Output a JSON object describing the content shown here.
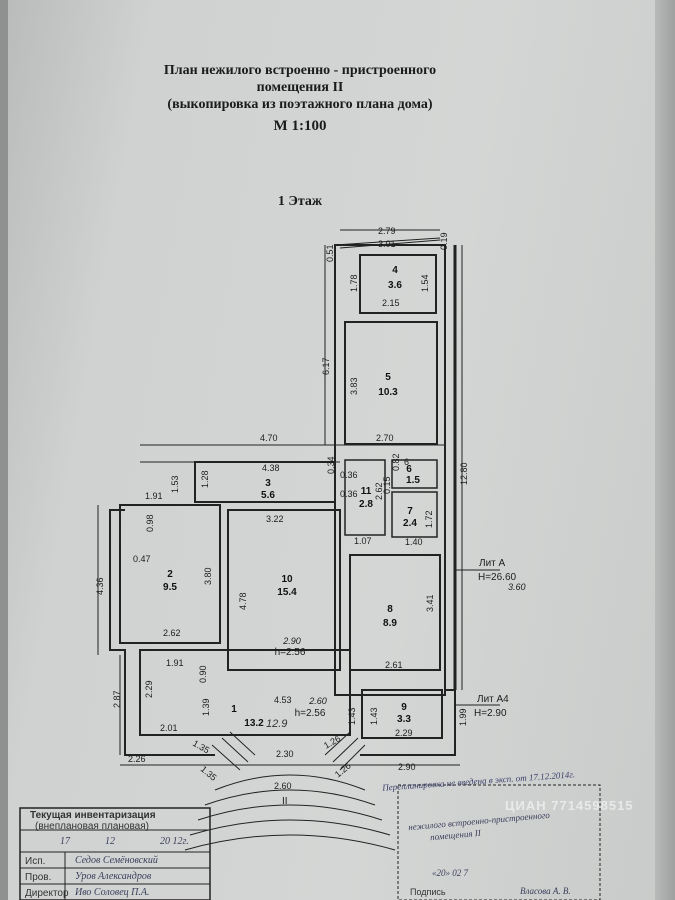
{
  "header": {
    "title_line1": "План нежилого встроенно - пристроенного",
    "title_line2": "помещения II",
    "title_line3": "(выкопировка из поэтажного плана дома)",
    "scale": "М 1:100",
    "floor": "1 Этаж"
  },
  "rooms": [
    {
      "num": "4",
      "area": "3.6"
    },
    {
      "num": "5",
      "area": "10.3"
    },
    {
      "num": "3",
      "area": "5.6"
    },
    {
      "num": "11",
      "area": "2.8"
    },
    {
      "num": "6",
      "area": "1.5"
    },
    {
      "num": "7",
      "area": "2.4"
    },
    {
      "num": "2",
      "area": "9.5"
    },
    {
      "num": "10",
      "area": "15.4"
    },
    {
      "num": "8",
      "area": "8.9"
    },
    {
      "num": "1",
      "area": "13.2"
    },
    {
      "num": "9",
      "area": "3.3"
    }
  ],
  "room1_hand_area": "12.9",
  "heights": {
    "room10_h": "h=2.56",
    "room10_hand": "2.90",
    "room1_h": "h=2.56",
    "room1_hand": "2.60"
  },
  "dims": {
    "d279": "2.79",
    "d301": "3.01",
    "d051": "0.51",
    "d019": "0.19",
    "d178": "1.78",
    "d154": "1.54",
    "d215": "2.15",
    "d617": "6.17",
    "d383": "3.83",
    "d1280": "12.80",
    "d470": "4.70",
    "d270": "2.70",
    "d438": "4.38",
    "d128": "1.28",
    "d153": "1.53",
    "d191a": "1.91",
    "d034": "0.34",
    "d036a": "0.36",
    "d082": "0.82",
    "d6": "6",
    "d015": "0.15",
    "d036b": "0.36",
    "d262": "2.62",
    "d172": "1.72",
    "d322": "3.22",
    "d098": "0.98",
    "d047": "0.47",
    "d436": "4.36",
    "d380": "3.80",
    "d107": "1.07",
    "d140": "1.40",
    "d478": "4.78",
    "d341": "3.41",
    "d262b": "2.62",
    "d261": "2.61",
    "d191b": "1.91",
    "d090": "0.90",
    "d453": "4.53",
    "d229": "2.29",
    "d287": "2.87",
    "d139": "1.39",
    "d143a": "1.43",
    "d143b": "1.43",
    "d199": "1.99",
    "d201": "2.01",
    "d229b": "2.29",
    "d135a": "1.35",
    "d230": "2.30",
    "d126a": "1.26",
    "d226": "2.26",
    "d135b": "1.35",
    "d260": "2.60",
    "d126b": "1.26",
    "d290": "2.90",
    "roman": "II"
  },
  "lit_a": {
    "label": "Лит А",
    "h": "H=26.60",
    "h_hand": "3.60"
  },
  "lit_a4": {
    "label": "Лит А4",
    "h": "H=2.90"
  },
  "stamp_left": {
    "title": "Текущая инвентаризация",
    "sub": "(внеплановая плановая)",
    "date_day": "17",
    "date_month": "12",
    "date_year": "20 12г.",
    "row1_label": "Исп.",
    "row1_sign": "Седов  Семёновский",
    "row2_label": "Пров.",
    "row2_sign": "Уров  Александров",
    "row3_label": "Директор",
    "row3_sign": "Иво  Соловец П.А."
  },
  "stamp_right": {
    "note": "Перепланировка не введена в эксп. от 17.12.2014г.",
    "line1": "нежилого встроенно-пристроенного",
    "line2": "помещения II",
    "date": "«20»   02   7",
    "sign_label": "Подпись",
    "sign_name": "Власова А. В."
  },
  "watermark": "ЦИАН 7714598515"
}
